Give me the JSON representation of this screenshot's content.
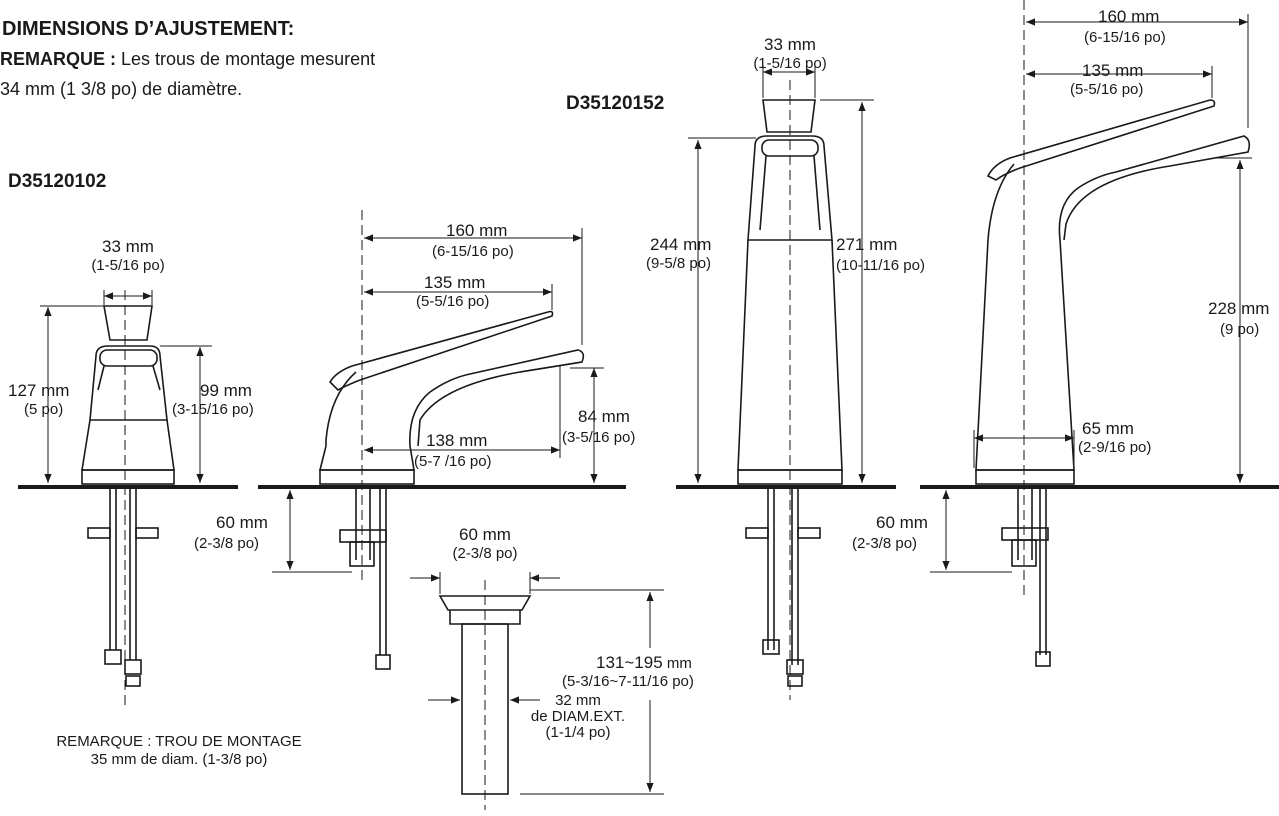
{
  "header": {
    "title": "DIMENSIONS D’AJUSTEMENT:",
    "remark_bold": "REMARQUE :",
    "remark_text_1": " Les trous de montage mesurent",
    "remark_text_2": "34 mm (1 3/8 po) de diamètre."
  },
  "models": {
    "left": "D35120102",
    "right": "D35120152"
  },
  "left": {
    "d33": "33 mm",
    "d33s": "(1-5/16 po)",
    "d127": "127 mm",
    "d127s": "(5 po)",
    "d99": "99 mm",
    "d99s": "(3-15/16 po)",
    "d160": "160 mm",
    "d160s": "(6-15/16 po)",
    "d135": "135 mm",
    "d135s": "(5-5/16 po)",
    "d84": "84 mm",
    "d84s": "(3-5/16 po)",
    "d138": "138 mm",
    "d138s": "(5-7 /16 po)",
    "d60": "60 mm",
    "d60s": "(2-3/8 po)"
  },
  "drain": {
    "d60": "60 mm",
    "d60s": "(2-3/8 po)",
    "d131a": "131~195",
    "d131b": " mm",
    "d131s": "(5-3/16~7-11/16 po)",
    "d32": "32 mm",
    "d32b": "de DIAM.EXT.",
    "d32s": "(1-1/4 po)"
  },
  "note": {
    "line1": "REMARQUE : TROU DE MONTAGE",
    "line2": "35 mm de diam. (1-3/8 po)"
  },
  "right": {
    "d33": "33 mm",
    "d33s": "(1-5/16 po)",
    "d244": "244 mm",
    "d244s": "(9-5/8 po)",
    "d271": "271 mm",
    "d271s": "(10-11/16 po)",
    "d160": "160 mm",
    "d160s": "(6-15/16 po)",
    "d135": "135 mm",
    "d135s": "(5-5/16 po)",
    "d228": "228 mm",
    "d228s": "(9 po)",
    "d65": "65 mm",
    "d65s": "(2-9/16 po)",
    "d60": "60 mm",
    "d60s": "(2-3/8 po)"
  }
}
